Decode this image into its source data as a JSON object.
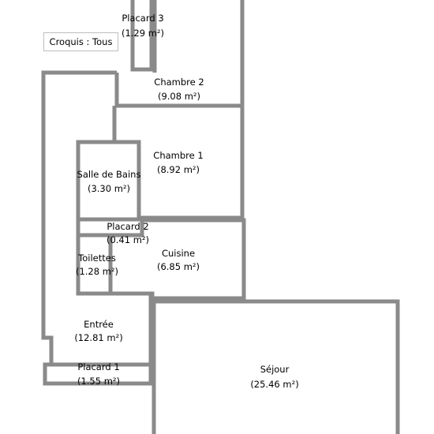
{
  "view_selector": {
    "label": "Croquis : Tous"
  },
  "rooms": [
    {
      "name": "Placard 3",
      "area": "(1.29 m²)"
    },
    {
      "name": "Chambre 2",
      "area": "(9.08 m²)"
    },
    {
      "name": "Chambre 1",
      "area": "(8.92 m²)"
    },
    {
      "name": "Salle de Bains",
      "area": "(3.30 m²)"
    },
    {
      "name": "Placard 2",
      "area": "(0.41 m²)"
    },
    {
      "name": "Toilettes",
      "area": "(1.28 m²)"
    },
    {
      "name": "Cuisine",
      "area": "(6.85 m²)"
    },
    {
      "name": "Entrée",
      "area": "(12.81 m²)"
    },
    {
      "name": "Placard 1",
      "area": "(1.55 m²)"
    },
    {
      "name": "Séjour",
      "area": "(25.46 m²)"
    }
  ],
  "colors": {
    "wall": "#8a8a8a",
    "background": "#ffffff",
    "text": "#000000"
  }
}
